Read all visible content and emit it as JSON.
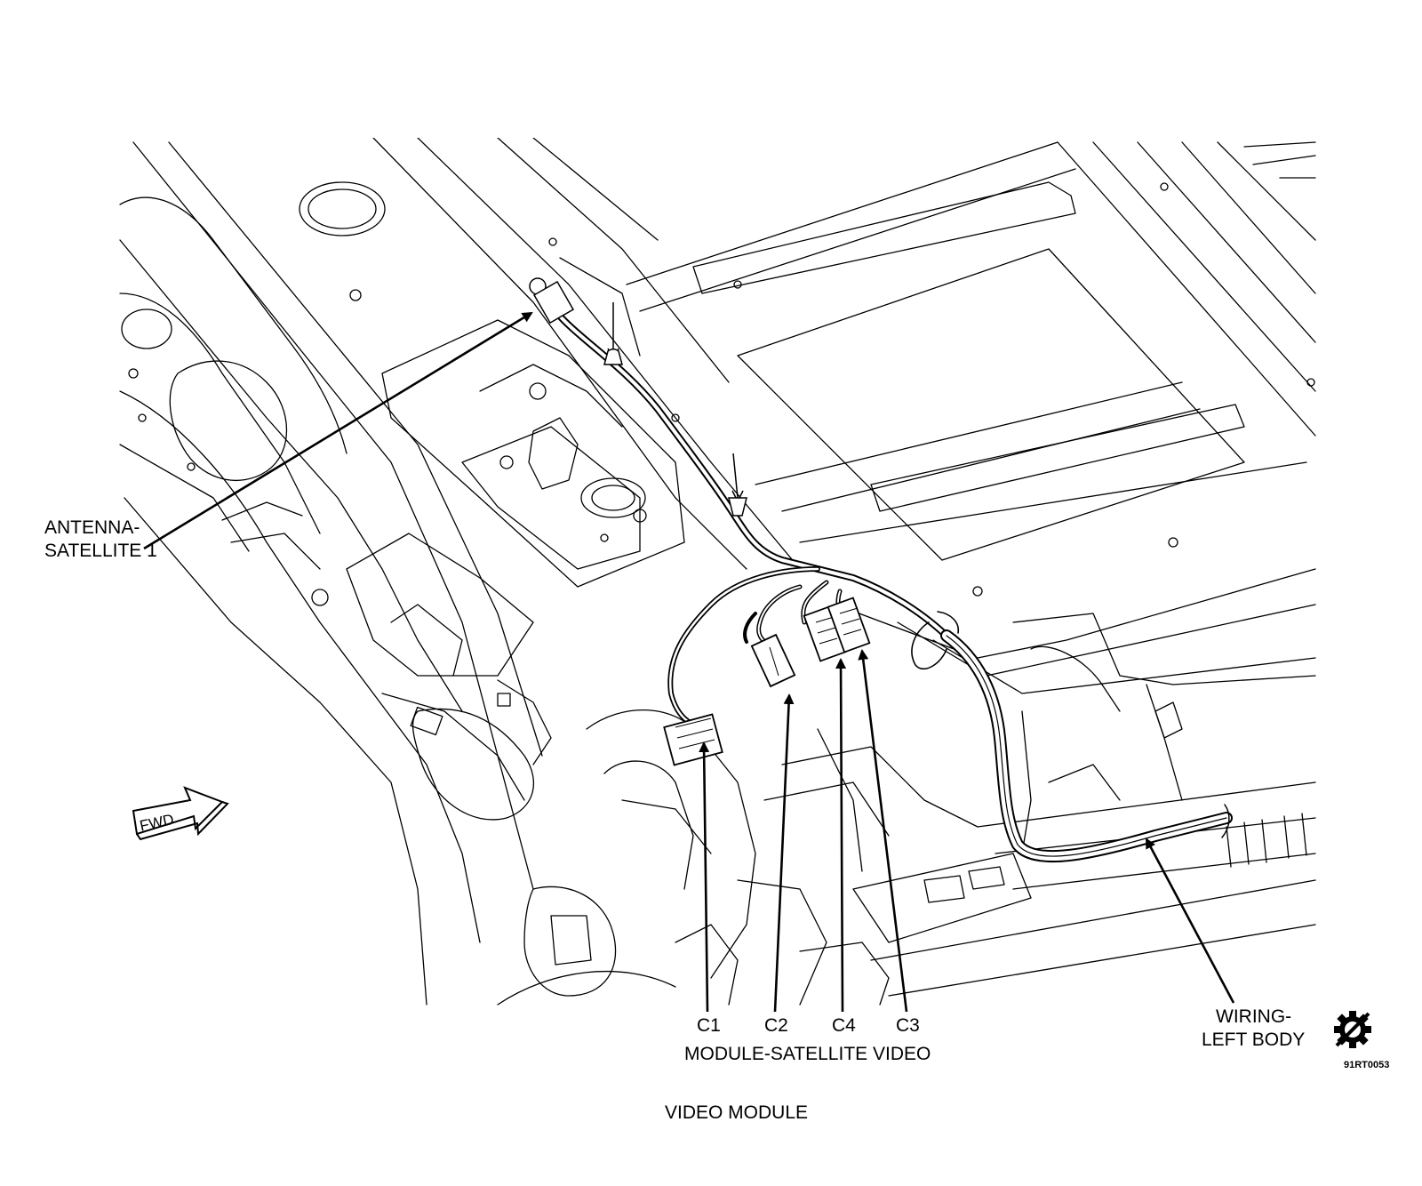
{
  "labels": {
    "antenna_line1": "ANTENNA-",
    "antenna_line2": "SATELLITE 1",
    "c1": "C1",
    "c2": "C2",
    "c4": "C4",
    "c3": "C3",
    "module": "MODULE-SATELLITE VIDEO",
    "wiring_line1": "WIRING-",
    "wiring_line2": "LEFT BODY",
    "fwd": "FWD",
    "figure_code": "91RT0053"
  },
  "caption": "VIDEO MODULE"
}
